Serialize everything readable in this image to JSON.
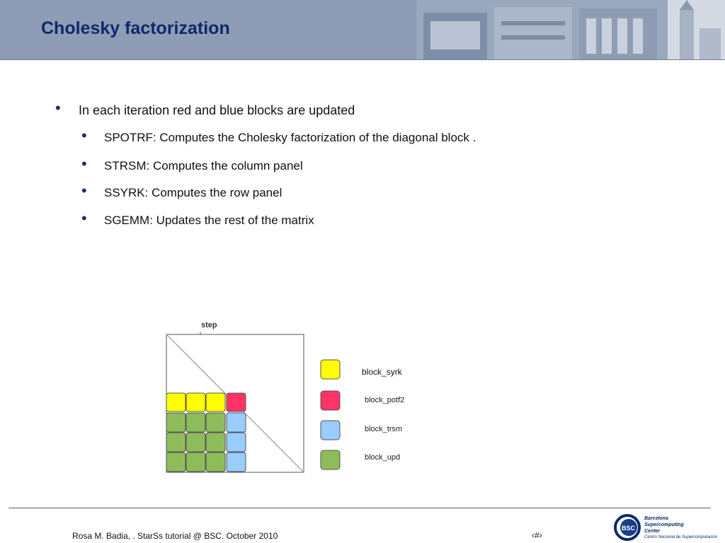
{
  "slide": {
    "title": "Cholesky factorization",
    "bullet_main": "In each iteration red and blue blocks are updated",
    "sub_bullets": [
      "SPOTRF: Computes the Cholesky factorization of the diagonal block .",
      "STRSM: Computes the column panel",
      "SSYRK: Computes the row panel",
      "SGEMM: Updates the rest of the matrix"
    ]
  },
  "diagram": {
    "step_label": "step",
    "legend": [
      {
        "label": "block_syrk",
        "color": "#ffff00"
      },
      {
        "label": "block_potf2",
        "color": "#ff3366"
      },
      {
        "label": "block_trsm",
        "color": "#99ccff"
      },
      {
        "label": "block_upd",
        "color": "#8fbc5a"
      }
    ]
  },
  "footer": {
    "text": "Rosa M. Badia, . StarSs tutorial @  BSC. October 2010",
    "page": "‹#›",
    "logo_text": [
      "Barcelona",
      "Supercomputing",
      "Center",
      "Centro Nacional de Supercomputación"
    ],
    "logo_badge": "BSC"
  }
}
